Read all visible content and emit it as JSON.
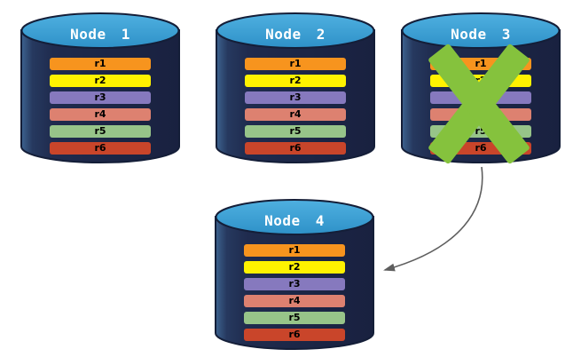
{
  "nodes": [
    {
      "id": "node-1",
      "label": "Node 1",
      "failed": false,
      "rows": [
        {
          "label": "r1",
          "color": "#F7941E"
        },
        {
          "label": "r2",
          "color": "#FFF200"
        },
        {
          "label": "r3",
          "color": "#8679BE"
        },
        {
          "label": "r4",
          "color": "#DD8170"
        },
        {
          "label": "r5",
          "color": "#97C489"
        },
        {
          "label": "r6",
          "color": "#C9452A"
        }
      ]
    },
    {
      "id": "node-2",
      "label": "Node 2",
      "failed": false,
      "rows": [
        {
          "label": "r1",
          "color": "#F7941E"
        },
        {
          "label": "r2",
          "color": "#FFF200"
        },
        {
          "label": "r3",
          "color": "#8679BE"
        },
        {
          "label": "r4",
          "color": "#DD8170"
        },
        {
          "label": "r5",
          "color": "#97C489"
        },
        {
          "label": "r6",
          "color": "#C9452A"
        }
      ]
    },
    {
      "id": "node-3",
      "label": "Node 3",
      "failed": true,
      "rows": [
        {
          "label": "r1",
          "color": "#F7941E"
        },
        {
          "label": "r2",
          "color": "#FFF200"
        },
        {
          "label": "r3",
          "color": "#8679BE"
        },
        {
          "label": "r4",
          "color": "#DD8170"
        },
        {
          "label": "r5",
          "color": "#97C489"
        },
        {
          "label": "r6",
          "color": "#C9452A"
        }
      ]
    },
    {
      "id": "node-4",
      "label": "Node 4",
      "failed": false,
      "rows": [
        {
          "label": "r1",
          "color": "#F7941E"
        },
        {
          "label": "r2",
          "color": "#FFF200"
        },
        {
          "label": "r3",
          "color": "#8679BE"
        },
        {
          "label": "r4",
          "color": "#DD8170"
        },
        {
          "label": "r5",
          "color": "#97C489"
        },
        {
          "label": "r6",
          "color": "#C9452A"
        }
      ]
    }
  ],
  "failure_mark": {
    "on_node": "Node 3",
    "shape": "X",
    "color": "#85C23D"
  },
  "arrow": {
    "from": "Node 3",
    "to": "Node 4",
    "style": "curved",
    "color": "#5E5E5E"
  },
  "palette": {
    "background": "#FFFFFF",
    "cylinder_body": "#1F2B4E",
    "cylinder_body_highlight": "#3D6390",
    "cylinder_top": "#3BA2D8",
    "cylinder_top_light": "#4FB0E0",
    "cylinder_top_dark": "#2E91C8",
    "cylinder_outline": "#141E38",
    "node_title_text": "#FFFFFF",
    "row_text": "#000000"
  }
}
